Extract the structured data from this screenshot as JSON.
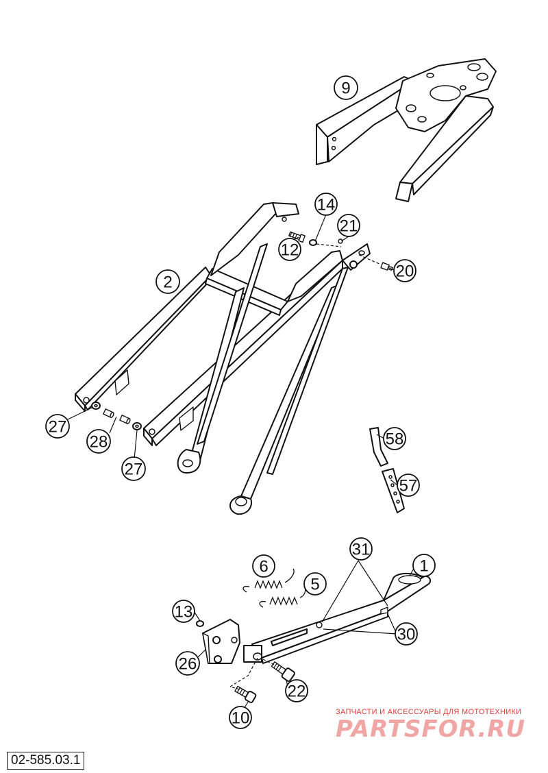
{
  "diagram": {
    "callouts": [
      "9",
      "14",
      "21",
      "12",
      "20",
      "2",
      "27",
      "28",
      "27",
      "58",
      "57",
      "31",
      "1",
      "6",
      "5",
      "13",
      "30",
      "26",
      "22",
      "10"
    ],
    "code": "02-585.03.1"
  },
  "watermark": {
    "tagline": "ЗАПЧАСТИ И АКСЕССУАРЫ ДЛЯ МОТОТЕХНИКИ",
    "logo": "PARTSFOR.RU",
    "color": "#e23b3b"
  },
  "colors": {
    "line": "#111111",
    "background": "#ffffff"
  }
}
